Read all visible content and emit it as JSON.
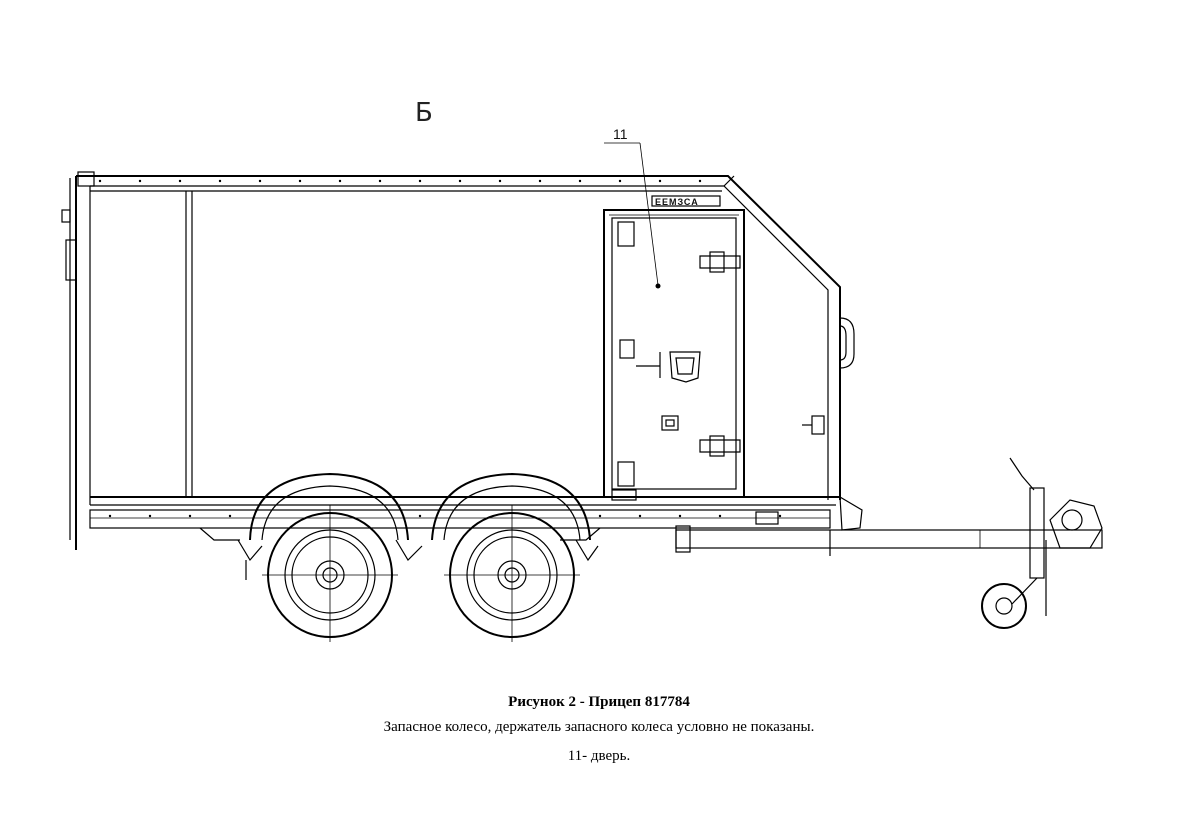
{
  "drawing": {
    "view_label": "Б",
    "callout_number": "11",
    "brand_plate": "ЕЕМЗСА"
  },
  "caption": {
    "title": "Рисунок 2 - Прицеп 817784",
    "note": "Запасное колесо, держатель запасного колеса условно не показаны.",
    "legend": "11- дверь."
  }
}
